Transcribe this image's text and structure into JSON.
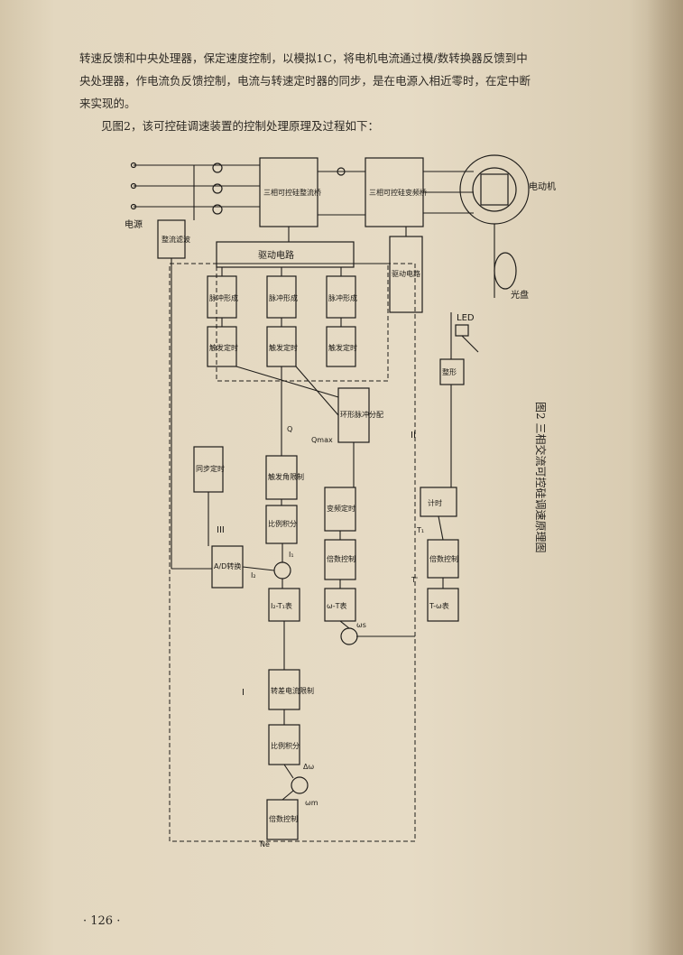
{
  "top_text": {
    "line1": "转速反馈和中央处理器，保定速度控制，以模拟1C，将电机电流通过模/数转换器反馈到中",
    "line2": "央处理器，作电流负反馈控制，电流与转速定时器的同步，是在电源入相近零时，在定中断",
    "line3": "来实现的。",
    "line4": "见图2，该可控硅调速装置的控制处理原理及过程如下："
  },
  "caption": "图2  三相交流可控硅调速原理图",
  "page_number": "· 126 ·",
  "diagram": {
    "power": "电源",
    "rectifier_filter": "整流滤波",
    "thyristor_rectifier": "三相可控硅整流桥",
    "thyristor_inverter": "三相可控硅变频桥",
    "motor": "电动机",
    "drive_circuit": "驱动电路",
    "drive_circuit2": "驱动电路",
    "pulse_shaping": "脉冲形成",
    "trigger_timing": "触发定时",
    "sync_timing": "同步定时",
    "ring_pulse_dist": "环形脉冲分配",
    "trigger_angle_limit": "触发角限制",
    "pi_1": "比例积分",
    "ad_conv": "A/D转换",
    "freq_timing": "变频定时",
    "mult_ctrl_1": "倍数控制",
    "mult_ctrl_2": "倍数控制",
    "mult_ctrl_3": "倍数控制",
    "counter": "计时",
    "shaper": "整形",
    "table_1": "I₂-T₁表",
    "table_2": "ω-T表",
    "table_3": "T-ω表",
    "slip_current_limit": "转差电流限制",
    "pi_2": "比例积分",
    "led": "LED",
    "disk": "光盘",
    "sym_q": "Q",
    "sym_qmax": "Qmax",
    "sym_ne": "Ne",
    "sym_omega_m": "ωm",
    "sym_delta_omega": "Δω",
    "sym_i1": "I₁",
    "sym_i2": "I₂",
    "sym_omega_s": "ωs",
    "sym_t1": "T₁",
    "sym_t_prime": "T'",
    "roman_1": "I",
    "roman_2": "II",
    "roman_3": "III"
  }
}
